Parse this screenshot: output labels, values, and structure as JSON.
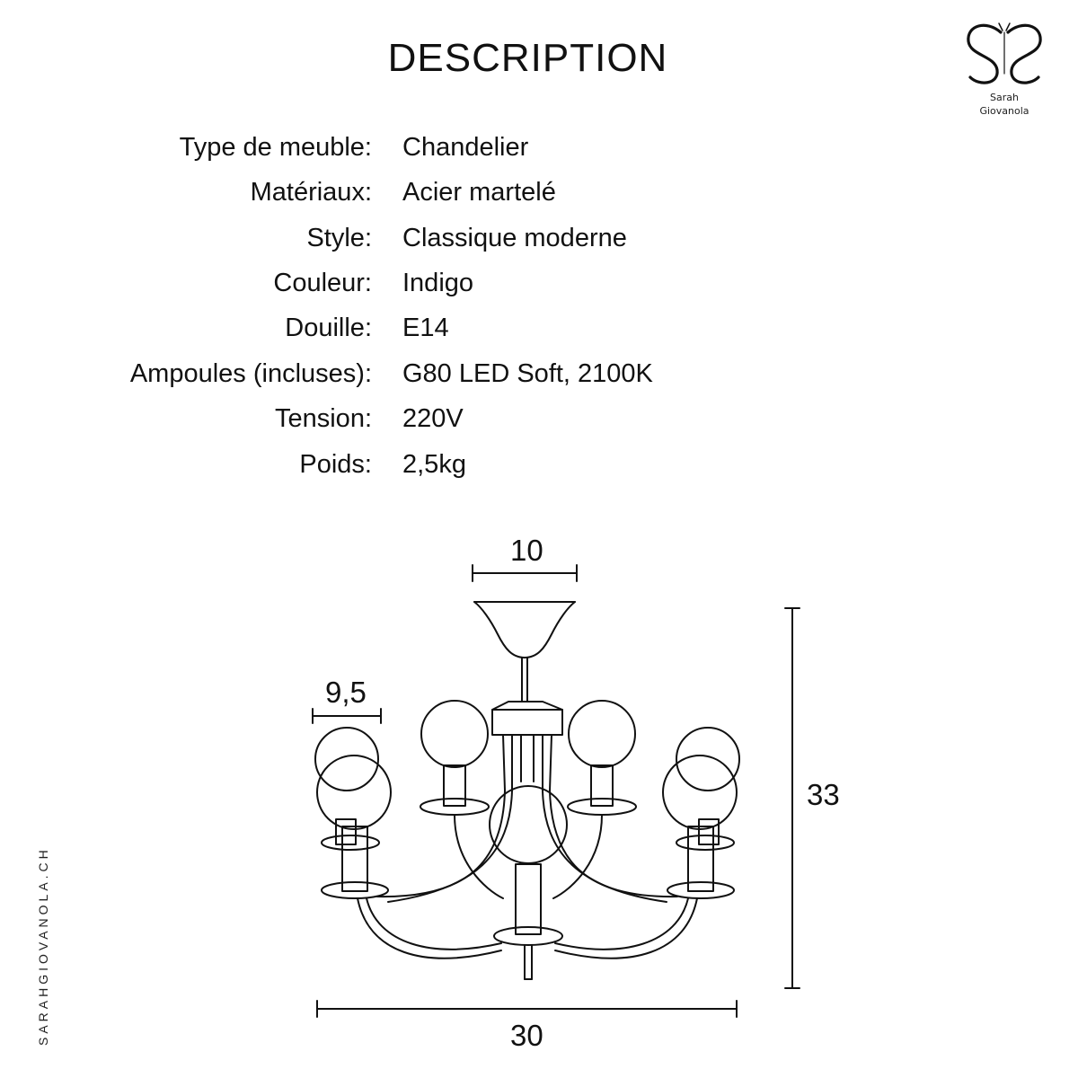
{
  "title": "DESCRIPTION",
  "specs": [
    {
      "label": "Type de meuble:",
      "value": "Chandelier"
    },
    {
      "label": "Matériaux:",
      "value": "Acier martelé"
    },
    {
      "label": "Style:",
      "value": "Classique moderne"
    },
    {
      "label": "Couleur:",
      "value": "Indigo"
    },
    {
      "label": "Douille:",
      "value": "E14"
    },
    {
      "label": "Ampoules (incluses):",
      "value": "G80 LED Soft, 2100K"
    },
    {
      "label": "Tension:",
      "value": "220V"
    },
    {
      "label": "Poids:",
      "value": "2,5kg"
    }
  ],
  "logo": {
    "line1": "Sarah",
    "line2": "Giovanola"
  },
  "website": "SARAHGIOVANOLA.CH",
  "dimensions": {
    "top_width": "10",
    "bulb_width": "9,5",
    "height": "33",
    "total_width": "30"
  }
}
